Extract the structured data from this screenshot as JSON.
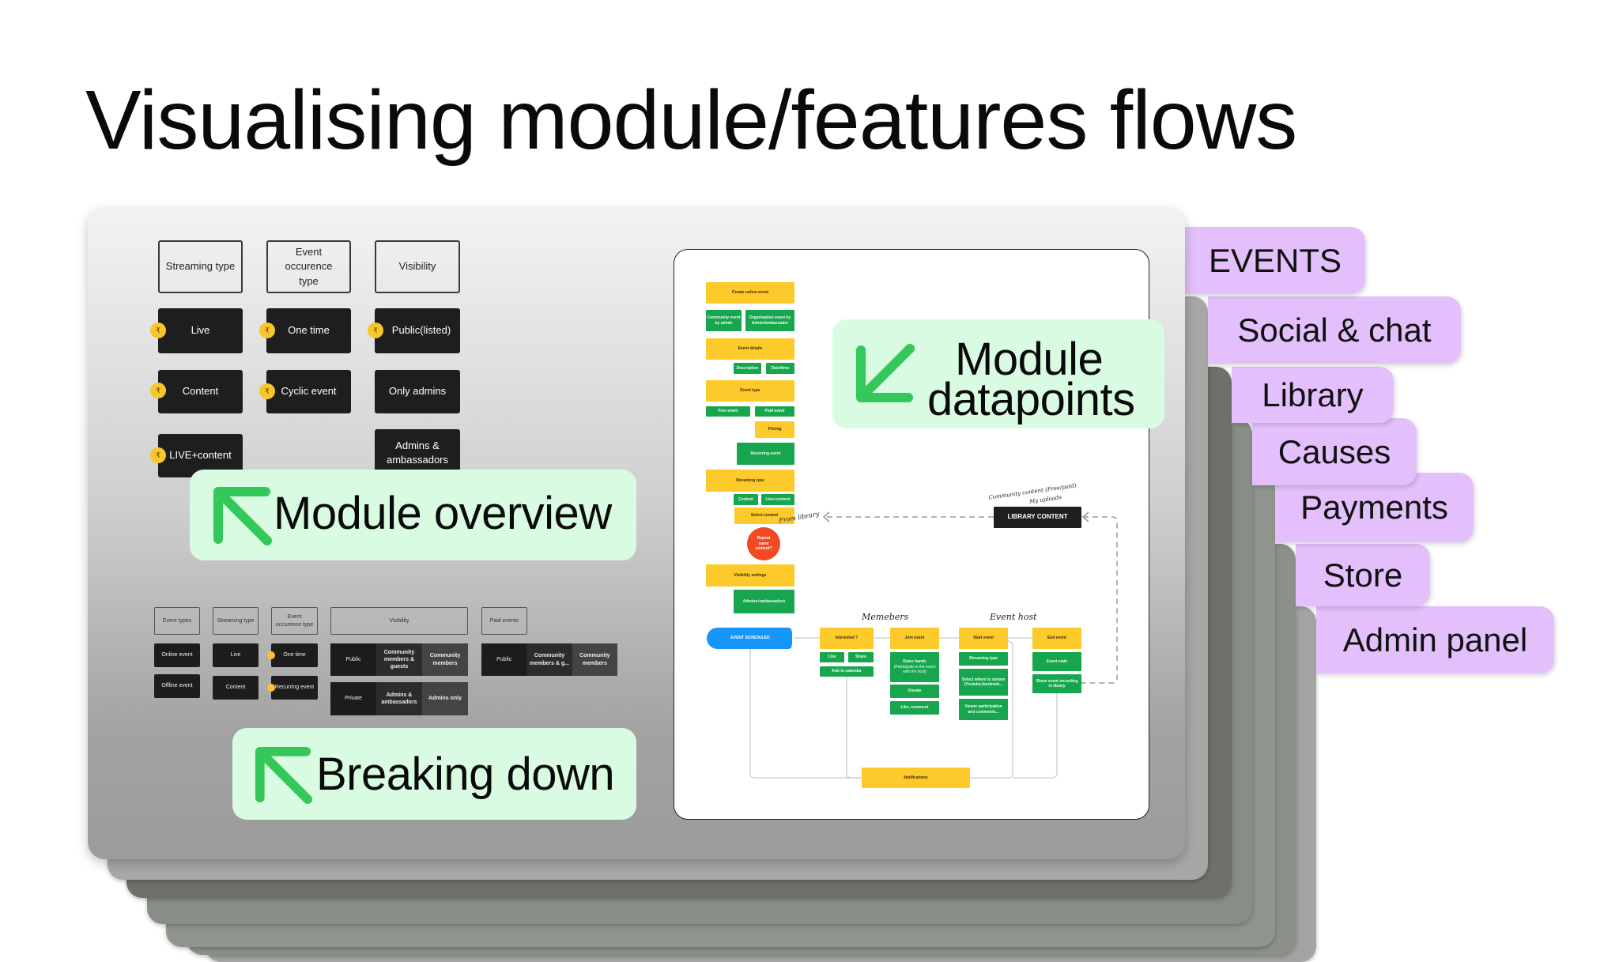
{
  "title": "Visualising module/features flows",
  "colors": {
    "tag": "#e3c0fb",
    "label_bg": "#d9fbe2",
    "arrow": "#34c759",
    "yellow": "#fdca2b",
    "green": "#17a54e",
    "red": "#f04a23",
    "blue": "#1596f8"
  },
  "module_tags": [
    "EVENTS",
    "Social & chat",
    "Library",
    "Causes",
    "Payments",
    "Store",
    "Admin panel"
  ],
  "overview": {
    "headers": [
      "Streaming type",
      "Event occurence type",
      "Visibility"
    ],
    "streaming": [
      "Live",
      "Content",
      "LIVE+content"
    ],
    "occurrence": [
      "One time",
      "Cyclic event"
    ],
    "visibility": [
      "Public(listed)",
      "Only admins",
      "Admins & ambassadors"
    ],
    "coin_symbol": "₹"
  },
  "labels": {
    "overview": "Module overview",
    "breaking": "Breaking down",
    "datapoints_1": "Module",
    "datapoints_2": "datapoints"
  },
  "breakdown": {
    "headers": [
      "Event types",
      "Streaming type",
      "Event occurence type",
      "Visibility",
      "Paid events"
    ],
    "event_types": [
      "Online event",
      "Offline event"
    ],
    "streaming": [
      "Live",
      "Content"
    ],
    "occurrence": [
      "One time",
      "Recurring event"
    ],
    "visibility_row1": [
      "Public",
      "Community members & guests",
      "Community members"
    ],
    "visibility_row2": [
      "Private",
      "Admins & ambassadors",
      "Admins only"
    ],
    "paid_row": [
      "Public",
      "Community members & g...",
      "Community members"
    ]
  },
  "flow": {
    "create": "Create online event",
    "community_event": "Community event by admin",
    "org_event": "Organisation event by Admin/ambassador",
    "event_details": "Event details",
    "description": "Description",
    "datetime": "Date/time",
    "event_type": "Event type",
    "free": "Free event",
    "paid": "Paid event",
    "pricing": "Pricing",
    "recurring": "Recurring event",
    "streaming_type": "Streaming type",
    "content": "Content",
    "live_content": "Live+content",
    "select_content": "Select content",
    "from_library": "From library",
    "repeat": "Repeat same content?",
    "visibility_settings": "Visibility settings",
    "admins_amb": "Admins+ambassadors",
    "library_content": "LIBRARY CONTENT",
    "community_content": "Community content (Free/paid)",
    "my_uploads": "My uploads",
    "members": "Memebers",
    "event_host": "Event host",
    "scheduled": "EVENT SCHEDULED",
    "interested": "Interested ?",
    "like": "Like",
    "share": "Share",
    "calendar": "Add to calendar",
    "join": "Join event",
    "raise_hands": "Raise hands",
    "raise_hands_sub": "(Participate in the event with the host)",
    "donate": "Donate",
    "like_comment": "Like, comment",
    "start": "Start event",
    "host_streaming": "Streaming type",
    "select_where": "Select where to stream (Youtube,facebook...",
    "viewer": "Viewer participation and comments...",
    "end": "End event",
    "stats": "Event stats",
    "share_recording": "Share event recording in library",
    "notifications": "Notifications"
  }
}
